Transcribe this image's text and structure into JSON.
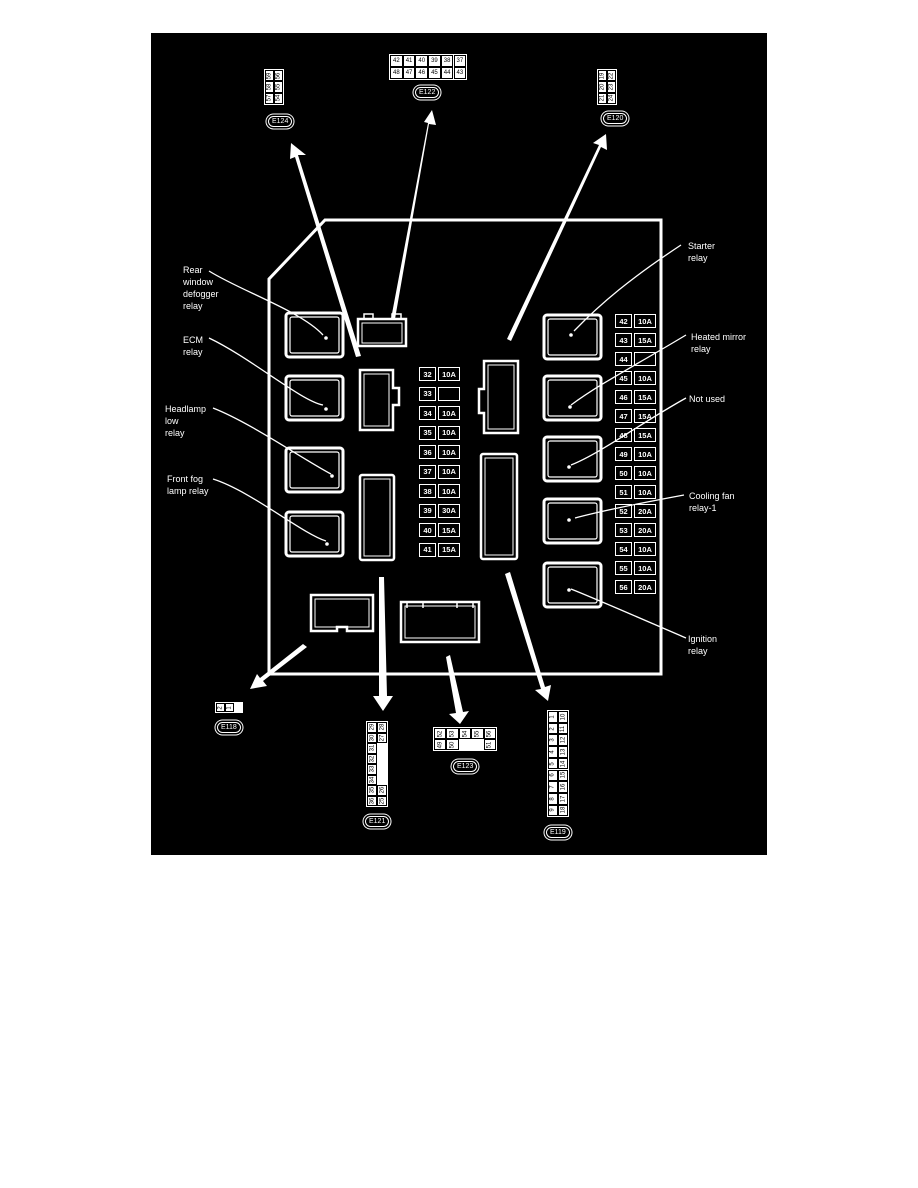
{
  "diagram": {
    "relay_labels": {
      "rear_window_defogger": "Rear\nwindow\ndefogger\nrelay",
      "ecm": "ECM\nrelay",
      "headlamp_low": "Headlamp\nlow\nrelay",
      "front_fog": "Front fog\nlamp relay",
      "starter": "Starter\nrelay",
      "heated_mirror": "Heated mirror\nrelay",
      "not_used": "Not used",
      "cooling_fan": "Cooling fan\nrelay-1",
      "ignition": "Ignition\nrelay"
    },
    "fuses_center": [
      {
        "num": "32",
        "amp": "10A"
      },
      {
        "num": "33",
        "amp": ""
      },
      {
        "num": "34",
        "amp": "10A"
      },
      {
        "num": "35",
        "amp": "10A"
      },
      {
        "num": "36",
        "amp": "10A"
      },
      {
        "num": "37",
        "amp": "10A"
      },
      {
        "num": "38",
        "amp": "10A"
      },
      {
        "num": "39",
        "amp": "30A"
      },
      {
        "num": "40",
        "amp": "15A"
      },
      {
        "num": "41",
        "amp": "15A"
      }
    ],
    "fuses_right": [
      {
        "num": "42",
        "amp": "10A"
      },
      {
        "num": "43",
        "amp": "15A"
      },
      {
        "num": "44",
        "amp": ""
      },
      {
        "num": "45",
        "amp": "10A"
      },
      {
        "num": "46",
        "amp": "15A"
      },
      {
        "num": "47",
        "amp": "15A"
      },
      {
        "num": "48",
        "amp": "15A"
      },
      {
        "num": "49",
        "amp": "10A"
      },
      {
        "num": "50",
        "amp": "10A"
      },
      {
        "num": "51",
        "amp": "10A"
      },
      {
        "num": "52",
        "amp": "20A"
      },
      {
        "num": "53",
        "amp": "20A"
      },
      {
        "num": "54",
        "amp": "10A"
      },
      {
        "num": "55",
        "amp": "10A"
      },
      {
        "num": "56",
        "amp": "20A"
      }
    ],
    "connectors": {
      "e122": {
        "tag": "E122",
        "row1": [
          "42",
          "41",
          "40",
          "39",
          "38",
          "37"
        ],
        "row2": [
          "48",
          "47",
          "46",
          "45",
          "44",
          "43"
        ]
      },
      "e124": {
        "tag": "E124",
        "cols": [
          [
            "59",
            "58",
            "57"
          ],
          [
            "56",
            "55",
            "54"
          ]
        ]
      },
      "e120": {
        "tag": "E120",
        "cols": [
          [
            "19",
            "20",
            "21"
          ],
          [
            "22",
            "23",
            "24"
          ]
        ]
      },
      "e118": {
        "tag": "E118",
        "pins": [
          "2",
          "1"
        ]
      },
      "e121": {
        "tag": "E121",
        "col_a": [
          "29",
          "30",
          "31",
          "32",
          "33",
          "34",
          "35",
          "36"
        ],
        "col_b": [
          "28",
          "27",
          "26",
          "25"
        ]
      },
      "e123": {
        "tag": "E123",
        "row1": [
          "52",
          "53",
          "54",
          "55",
          "56"
        ],
        "row2": [
          "49",
          "50",
          "51"
        ]
      },
      "e119": {
        "tag": "E119",
        "col_a": [
          "1",
          "2",
          "3",
          "4",
          "5",
          "6",
          "7",
          "8",
          "9"
        ],
        "col_b": [
          "10",
          "11",
          "12",
          "13",
          "14",
          "15",
          "16",
          "17",
          "18"
        ]
      }
    }
  }
}
